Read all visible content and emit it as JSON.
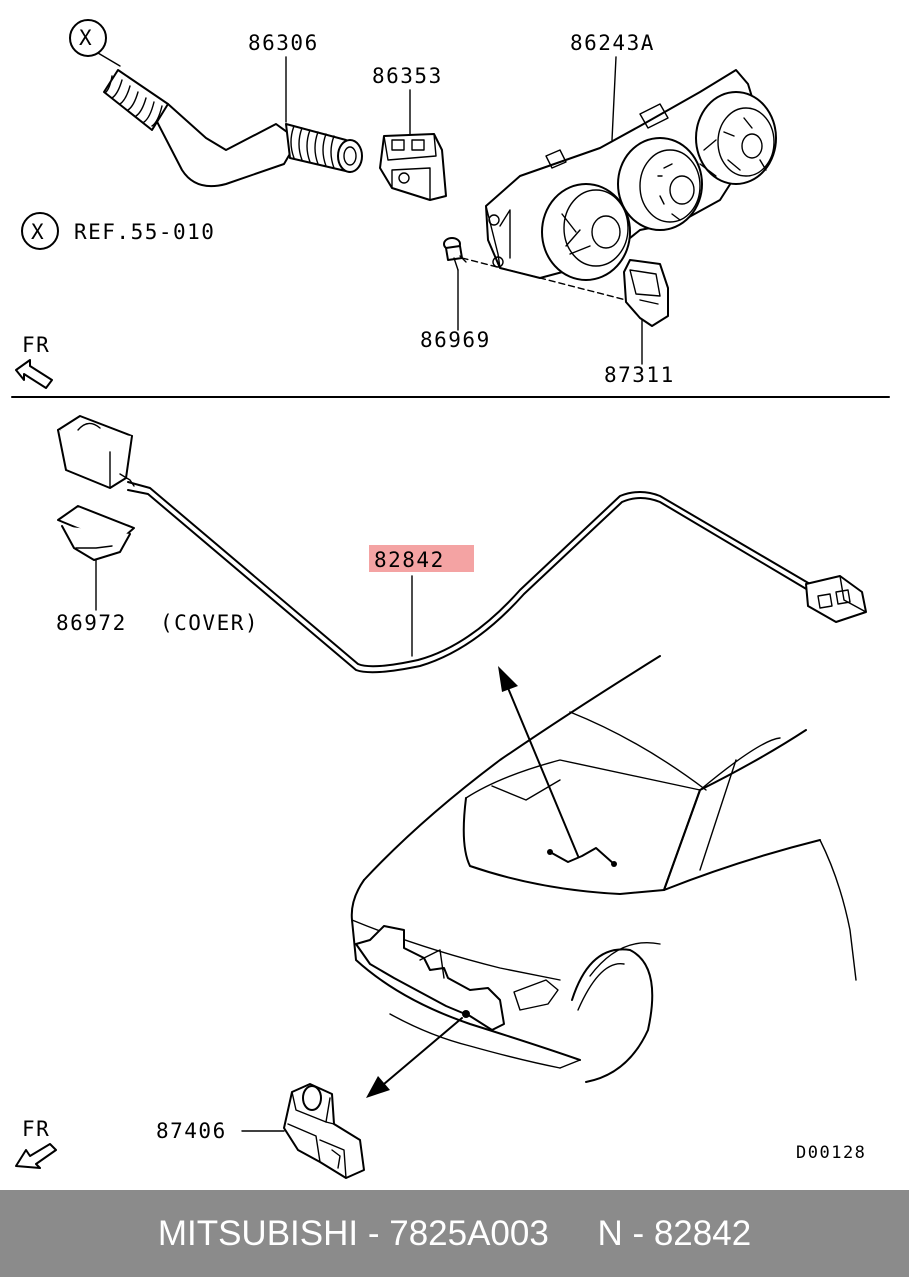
{
  "diagram": {
    "labels": {
      "hose_part": "86306",
      "connector_part": "86353",
      "control_unit_part": "86243A",
      "ref_marker": "X",
      "ref_text": "REF.55-010",
      "screw_part": "86969",
      "bracket_part": "87311",
      "front_marker": "FR",
      "harness_part": "82842",
      "cover_part": "86972",
      "cover_note": "(COVER)",
      "sensor_part": "87406",
      "diagram_code": "D00128"
    },
    "highlight_color": "#f4a3a3"
  },
  "footer": {
    "text": "MITSUBISHI - 7825A003     N - 82842"
  }
}
